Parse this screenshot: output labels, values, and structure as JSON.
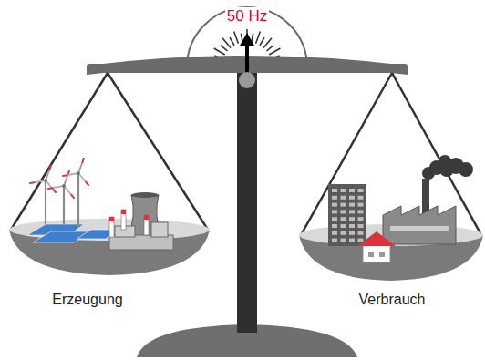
{
  "diagram": {
    "labels": [
      "50 Hz",
      "Erzeugung",
      "Verbrauch"
    ]
  }
}
